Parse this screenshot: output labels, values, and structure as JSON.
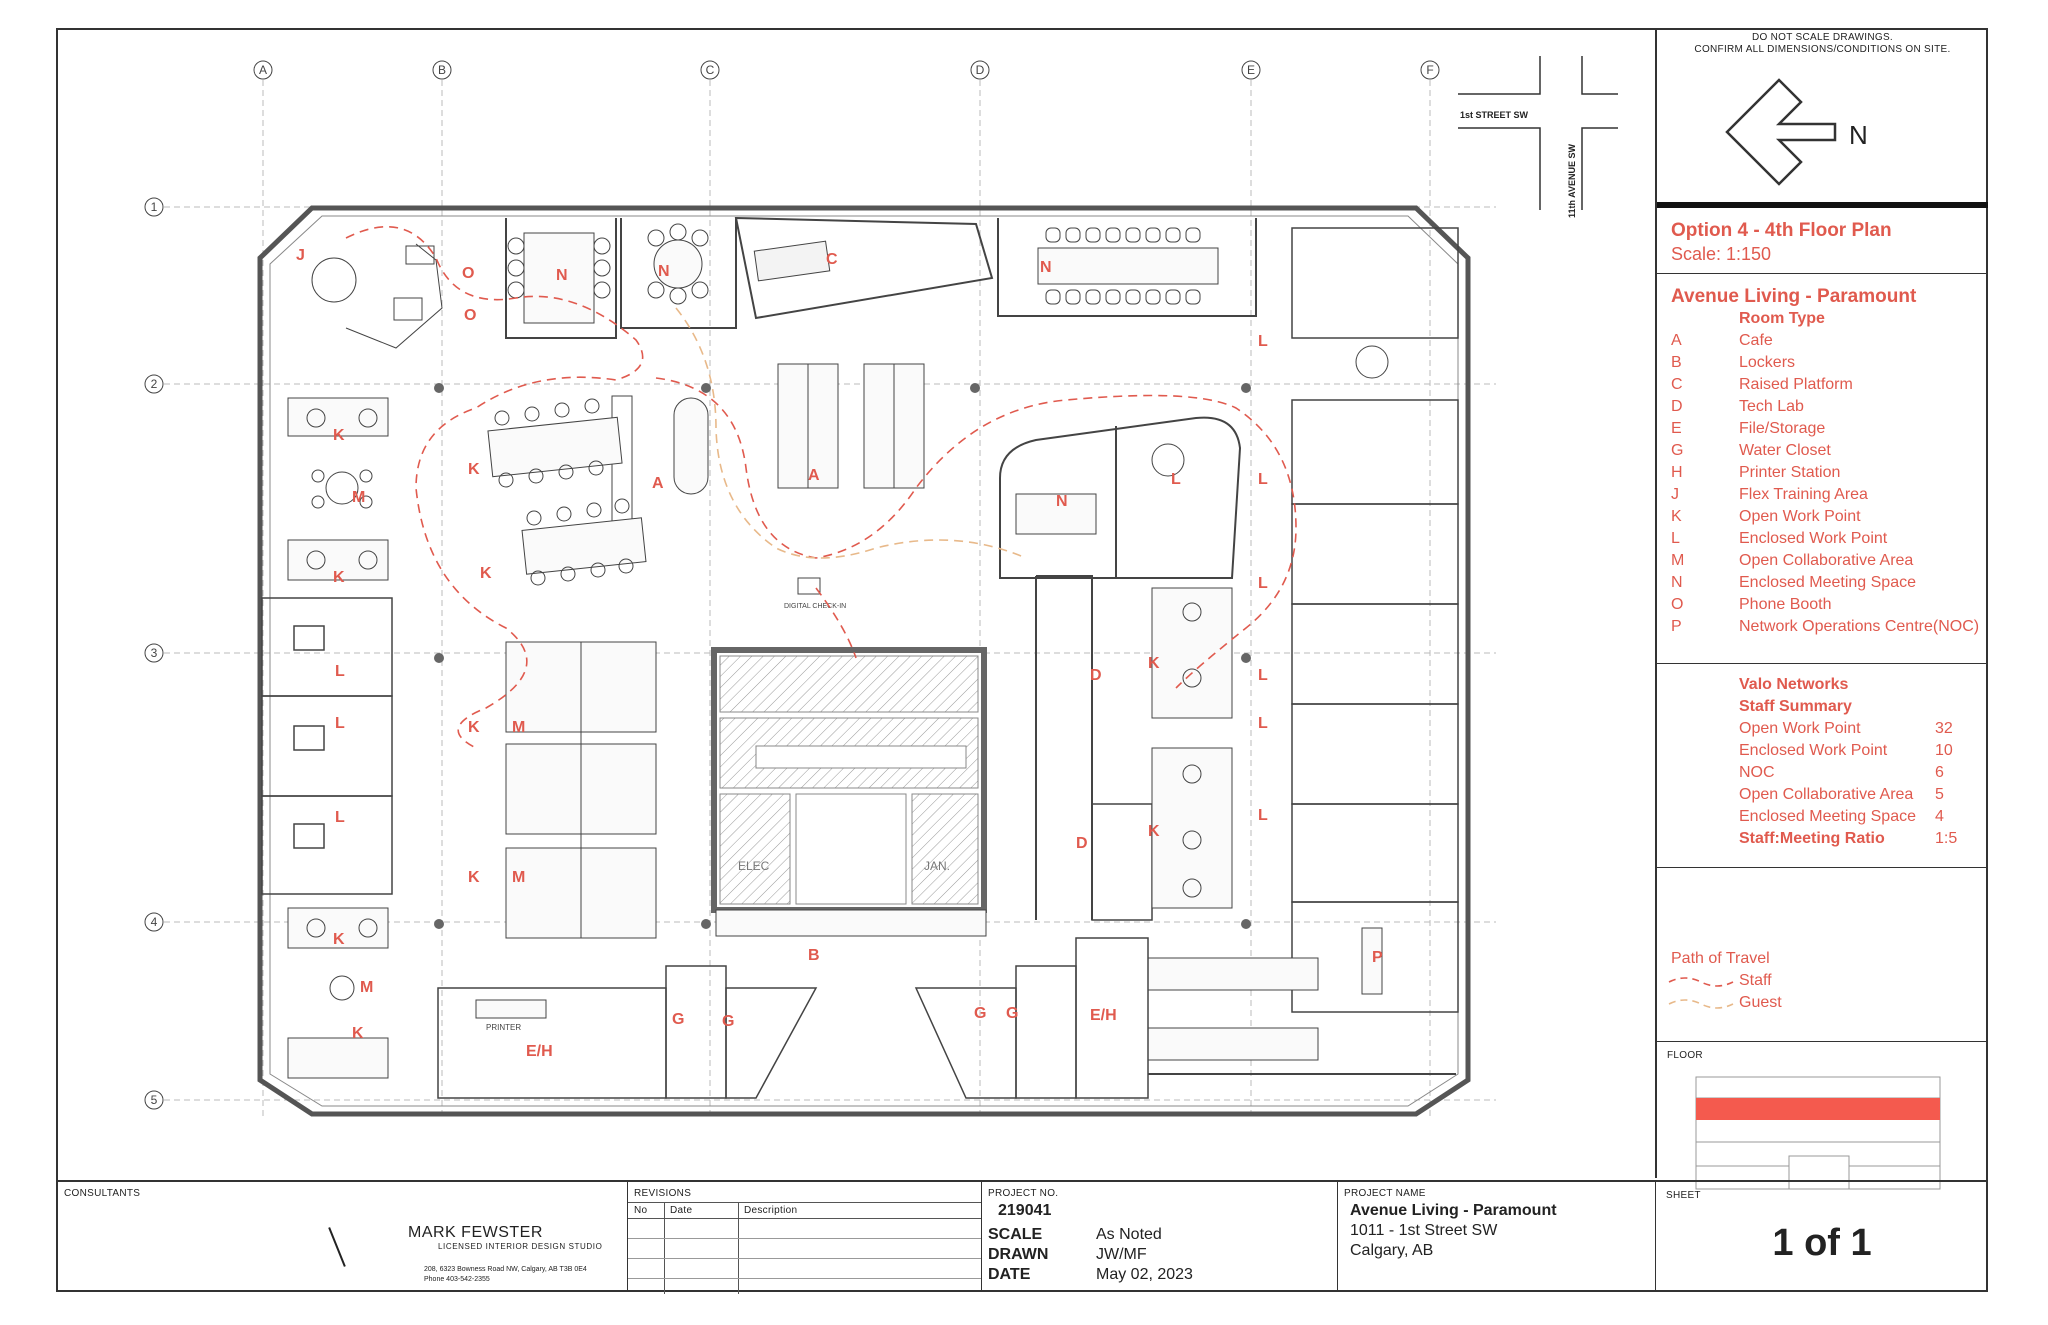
{
  "notes": {
    "line1": "DO NOT SCALE DRAWINGS.",
    "line2": "CONFIRM ALL DIMENSIONS/CONDITIONS ON SITE."
  },
  "north": {
    "label": "N"
  },
  "streets": {
    "street": "1st STREET SW",
    "avenue": "11th AVENUE SW"
  },
  "grid": {
    "columns": [
      "A",
      "B",
      "C",
      "D",
      "E",
      "F"
    ],
    "rows": [
      "1",
      "2",
      "3",
      "4",
      "5"
    ]
  },
  "plan": {
    "title": "Option 4 - 4th Floor Plan",
    "scale": "Scale: 1:150"
  },
  "legend": {
    "project": "Avenue Living - Paramount",
    "heading": "Room Type",
    "items": [
      {
        "code": "A",
        "name": "Cafe"
      },
      {
        "code": "B",
        "name": "Lockers"
      },
      {
        "code": "C",
        "name": "Raised Platform"
      },
      {
        "code": "D",
        "name": "Tech Lab"
      },
      {
        "code": "E",
        "name": "File/Storage"
      },
      {
        "code": "G",
        "name": "Water Closet"
      },
      {
        "code": "H",
        "name": "Printer Station"
      },
      {
        "code": "J",
        "name": "Flex Training Area"
      },
      {
        "code": "K",
        "name": "Open Work Point"
      },
      {
        "code": "L",
        "name": "Enclosed Work Point"
      },
      {
        "code": "M",
        "name": "Open Collaborative Area"
      },
      {
        "code": "N",
        "name": "Enclosed Meeting Space"
      },
      {
        "code": "O",
        "name": "Phone Booth"
      },
      {
        "code": "P",
        "name": "Network Operations Centre(NOC)"
      }
    ]
  },
  "summary": {
    "company": "Valo Networks",
    "heading": "Staff Summary",
    "rows": [
      {
        "label": "Open Work Point",
        "value": "32"
      },
      {
        "label": "Enclosed Work Point",
        "value": "10"
      },
      {
        "label": "NOC",
        "value": "6"
      },
      {
        "label": "Open Collaborative Area",
        "value": "5"
      },
      {
        "label": "Enclosed Meeting Space",
        "value": "4"
      }
    ],
    "ratio_label": "Staff:Meeting Ratio",
    "ratio_value": "1:5"
  },
  "travel": {
    "title": "Path of Travel",
    "staff": "Staff",
    "guest": "Guest"
  },
  "floor": {
    "label": "FLOOR"
  },
  "consultants": {
    "label": "CONSULTANTS",
    "firm": "MARK FEWSTER",
    "subtitle": "LICENSED INTERIOR DESIGN STUDIO",
    "address": "208, 6323 Bowness Road NW, Calgary, AB  T3B 0E4",
    "phone": "Phone 403-542-2355"
  },
  "revisions": {
    "label": "REVISIONS",
    "col_no": "No",
    "col_date": "Date",
    "col_desc": "Description"
  },
  "project": {
    "no_label": "PROJECT NO.",
    "no": "219041",
    "scale_label": "SCALE",
    "scale": "As Noted",
    "drawn_label": "DRAWN",
    "drawn": "JW/MF",
    "date_label": "DATE",
    "date": "May 02, 2023",
    "name_label": "PROJECT NAME",
    "name": "Avenue Living - Paramount",
    "address1": "1011 - 1st Street SW",
    "address2": "Calgary, AB"
  },
  "sheet": {
    "label": "SHEET",
    "value": "1 of 1"
  },
  "plan_labels": {
    "digital_checkin": "DIGITAL CHECK-IN",
    "printer": "PRINTER",
    "elec": "ELEC",
    "jan": "JAN."
  },
  "colors": {
    "accent": "#e05a4e",
    "line": "#333333",
    "guest": "#e8b98a"
  }
}
